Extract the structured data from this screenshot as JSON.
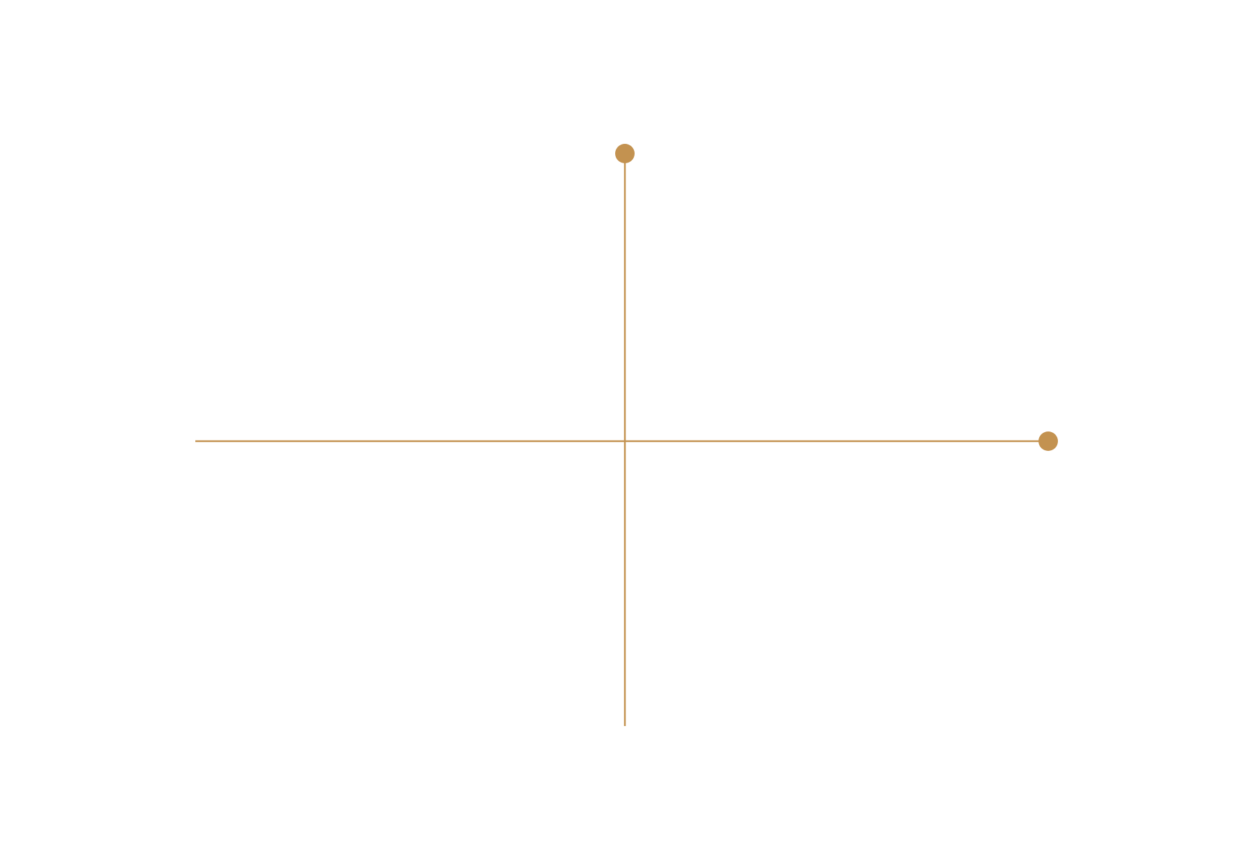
{
  "diagram": {
    "type": "coordinate-axes",
    "stroke_color": "#C39250",
    "marker_color": "#C39250",
    "axes": [
      {
        "name": "horizontal-axis",
        "direction": "horizontal",
        "end_marker": "dot-right"
      },
      {
        "name": "vertical-axis",
        "direction": "vertical",
        "end_marker": "dot-top"
      }
    ]
  }
}
